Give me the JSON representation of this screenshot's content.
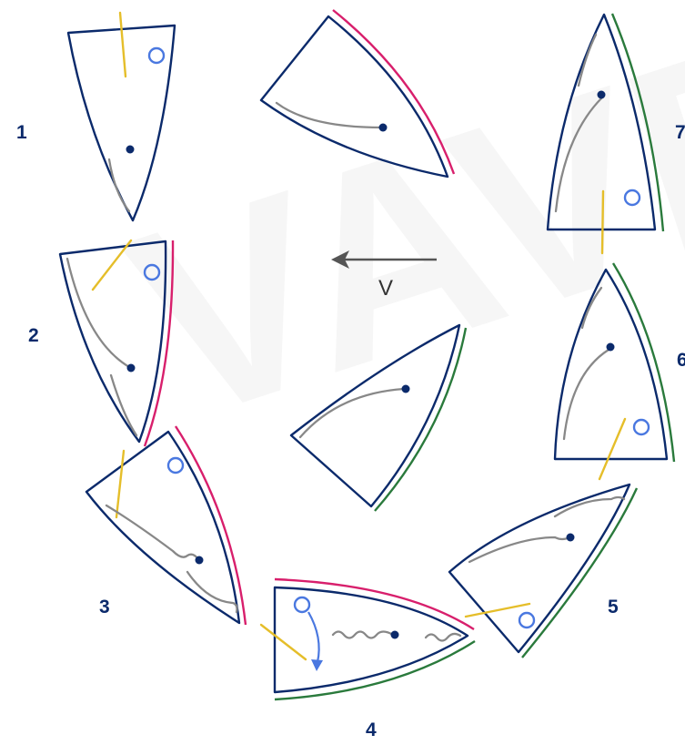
{
  "labels": {
    "step1": "1",
    "step2": "2",
    "step3": "3",
    "step4": "4",
    "step5": "5",
    "step6": "6",
    "step7": "7",
    "wind": "V"
  },
  "watermark": "VAVEC",
  "colors": {
    "outline": "#0b2a6b",
    "tack_marker": "#e5be2a",
    "tell_tale": "#888888",
    "ring": "#4a78e0",
    "edge_magenta": "#d81f6c",
    "edge_green": "#2a7a3c",
    "arrow": "#555555"
  },
  "icons": {
    "wind_arrow": "arrow-left-icon",
    "clew_ring": "circle-icon",
    "flip_arrow": "curved-arrow-icon"
  }
}
